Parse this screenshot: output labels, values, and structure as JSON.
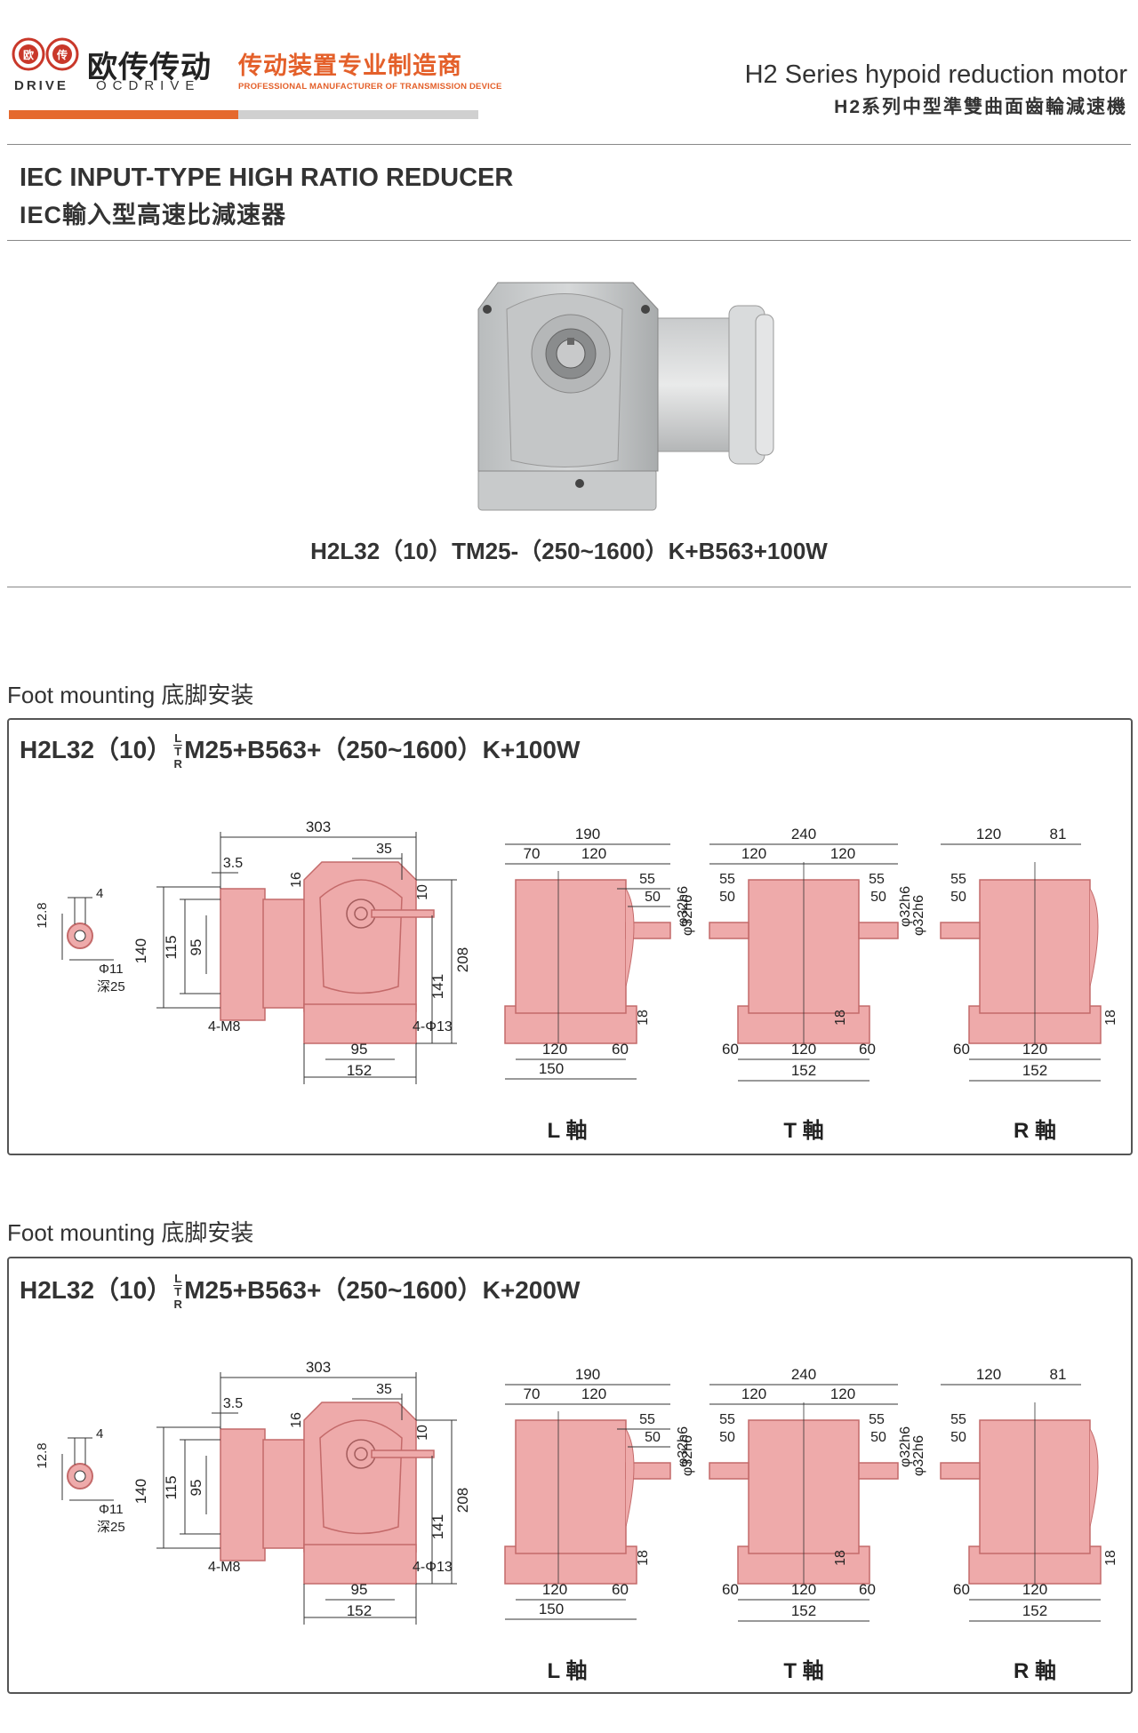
{
  "header": {
    "logo_badge_left": "欧",
    "logo_badge_right": "传",
    "logo_cn": "欧传传动",
    "logo_drive": "DRIVE",
    "logo_ocdrive": "OCDRIVE",
    "tagline_cn": "传动装置专业制造商",
    "tagline_en": "PROFESSIONAL MANUFACTURER OF TRANSMISSION DEVICE",
    "series_en": "H2 Series hypoid reduction motor",
    "series_cn": "H2系列中型準雙曲面齒輪減速機"
  },
  "intro": {
    "title_en": "IEC INPUT-TYPE HIGH RATIO REDUCER",
    "title_cn": "IEC輸入型高速比減速器",
    "model_caption": "H2L32（10）TM25-（250~1600）K+B563+100W"
  },
  "colors": {
    "accent_orange": "#e5692e",
    "drawing_fill": "#eeaaaa",
    "drawing_stroke": "#c46a6a"
  },
  "sections": [
    {
      "label": "Foot mounting 底脚安装",
      "title_pre": "H2L32（10）",
      "title_post": "M25+B563+（250~1600）K+100W"
    },
    {
      "label": "Foot mounting 底脚安装",
      "title_pre": "H2L32（10）",
      "title_post": "M25+B563+（250~1600）K+200W"
    }
  ],
  "shaft_letters": {
    "top": "L",
    "mid": "T",
    "bot": "R"
  },
  "dims": {
    "key_12_8": "12.8",
    "key_4": "4",
    "key_phi11": "Φ11",
    "key_depth": "深25",
    "d303": "303",
    "d3_5": "3.5",
    "d35": "35",
    "d16": "16",
    "d10": "10",
    "d140": "140",
    "d115": "115",
    "d95": "95",
    "d208": "208",
    "d141": "141",
    "d4m8": "4-M8",
    "d4phi13": "4-Φ13",
    "d152": "152",
    "d190": "190",
    "d70": "70",
    "d120": "120",
    "d55": "55",
    "d50": "50",
    "d32h6": "φ32h6",
    "d18": "18",
    "d60": "60",
    "d150": "150",
    "d240": "240",
    "d81": "81"
  },
  "axis_names": {
    "L": "L 軸",
    "T": "T 軸",
    "R": "R 軸"
  }
}
